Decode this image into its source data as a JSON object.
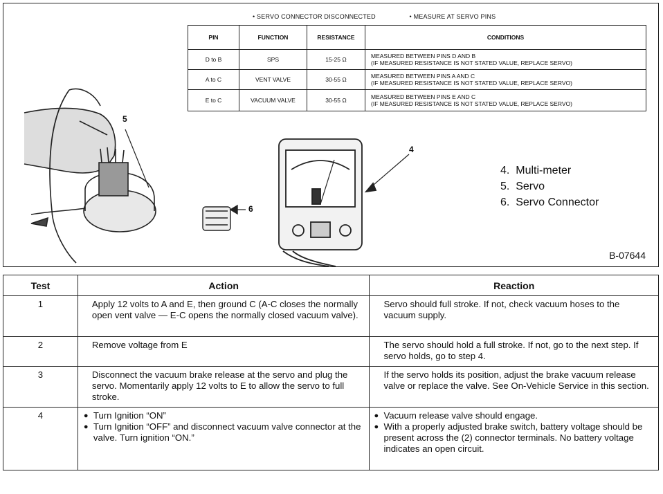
{
  "figure": {
    "notes": [
      "• SERVO CONNECTOR DISCONNECTED",
      "• MEASURE AT SERVO PINS"
    ],
    "spec_table": {
      "headers": [
        "PIN",
        "FUNCTION",
        "RESISTANCE",
        "CONDITIONS"
      ],
      "rows": [
        {
          "pin": "D to B",
          "function": "SPS",
          "resistance": "15-25 Ω",
          "cond1": "MEASURED BETWEEN PINS D AND B",
          "cond2": "(IF MEASURED RESISTANCE IS NOT STATED VALUE, REPLACE SERVO)"
        },
        {
          "pin": "A to C",
          "function": "VENT VALVE",
          "resistance": "30-55 Ω",
          "cond1": "MEASURED BETWEEN PINS A AND C",
          "cond2": "(IF MEASURED RESISTANCE IS NOT STATED VALUE, REPLACE SERVO)"
        },
        {
          "pin": "E to C",
          "function": "VACUUM VALVE",
          "resistance": "30-55 Ω",
          "cond1": "MEASURED BETWEEN PINS E AND C",
          "cond2": "(IF MEASURED RESISTANCE IS NOT STATED VALUE, REPLACE SERVO)"
        }
      ]
    },
    "callouts": [
      "4",
      "5",
      "6"
    ],
    "legend": [
      "4.  Multi-meter",
      "5.  Servo",
      "6.  Servo Connector"
    ],
    "figure_id": "B-07644"
  },
  "test_table": {
    "headers": [
      "Test",
      "Action",
      "Reaction"
    ],
    "rows": [
      {
        "test": "1",
        "action": "Apply 12 volts to A and E, then ground C (A-C closes the normally open vent valve — E-C opens the normally closed vacuum valve).",
        "reaction": "Servo should full stroke. If not, check vacuum hoses to the vacuum supply."
      },
      {
        "test": "2",
        "action": "Remove voltage from E",
        "reaction": "The servo should hold a full stroke. If not, go to the next step. If servo holds, go to step 4."
      },
      {
        "test": "3",
        "action": "Disconnect the vacuum brake release at the servo and plug the servo. Momentarily apply 12 volts to E to allow the servo to full stroke.",
        "reaction": "If the servo holds its position, adjust the brake vacuum release valve or replace the valve. See On-Vehicle Service in this section."
      },
      {
        "test": "4",
        "action_items": [
          "Turn Ignition “ON”",
          "Turn Ignition “OFF” and disconnect vacuum valve connector at the valve. Turn ignition “ON.”"
        ],
        "reaction_items": [
          "Vacuum release valve should engage.",
          "With a properly adjusted brake switch, battery voltage should be present across the (2) connector terminals. No battery voltage indicates an open circuit."
        ]
      }
    ]
  }
}
